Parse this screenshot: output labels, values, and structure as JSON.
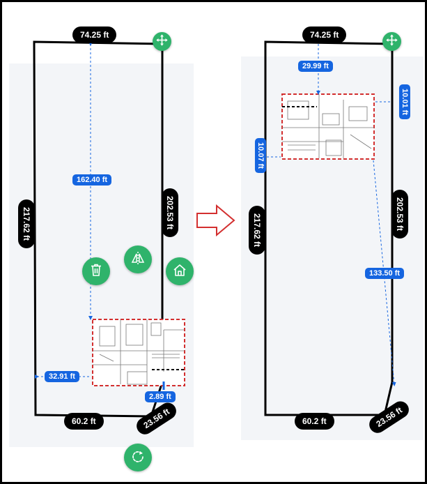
{
  "left_panel": {
    "top_dim": "74.25 ft",
    "left_dim": "217.62 ft",
    "right_dim": "202.53 ft",
    "bottom_dim": "60.2 ft",
    "diag_dim": "23.56 ft",
    "setback_top": "162.40 ft",
    "setback_left": "32.91 ft",
    "setback_bottom": "2.89 ft"
  },
  "right_panel": {
    "top_dim": "74.25 ft",
    "left_dim": "217.62 ft",
    "right_dim": "202.53 ft",
    "bottom_dim": "60.2 ft",
    "diag_dim": "23.56 ft",
    "setback_top": "29.99 ft",
    "setback_left": "10.07 ft",
    "setback_right": "10.01 ft",
    "setback_diag": "133.50 ft"
  },
  "colors": {
    "accent_green": "#2fb36b",
    "label_blue": "#1565e0",
    "arrow_red": "#d32f2f",
    "footprint_red": "#d32f2f"
  },
  "icons": [
    "move-icon",
    "trash-icon",
    "mirror-icon",
    "home-icon",
    "rotate-icon",
    "arrow-icon"
  ]
}
